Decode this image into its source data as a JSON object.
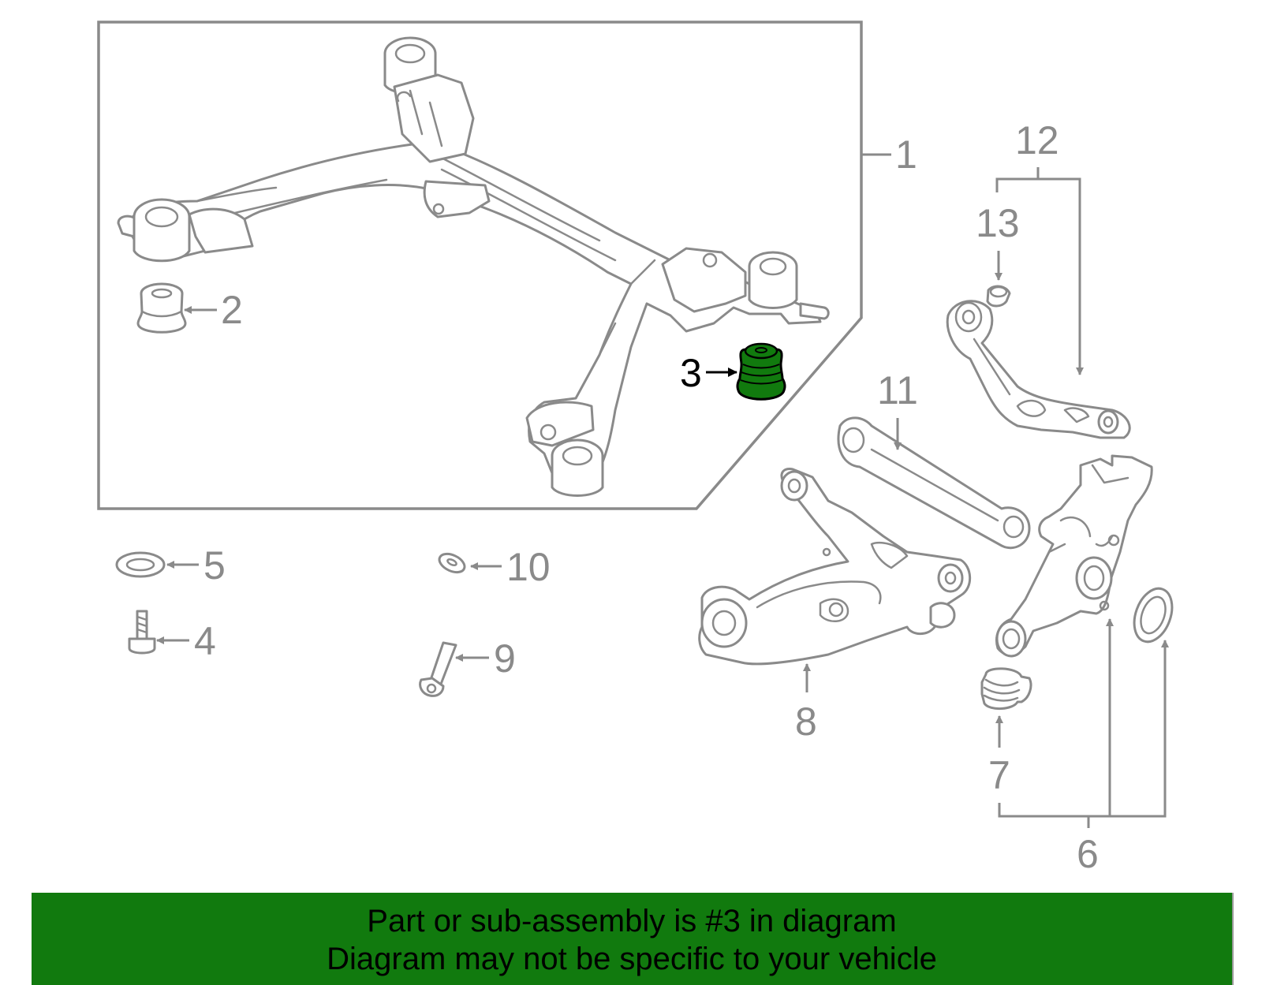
{
  "diagram": {
    "callouts": {
      "c1": "1",
      "c2": "2",
      "c3": "3",
      "c4": "4",
      "c5": "5",
      "c6": "6",
      "c7": "7",
      "c8": "8",
      "c9": "9",
      "c10": "10",
      "c11": "11",
      "c12": "12",
      "c13": "13"
    },
    "highlighted_part": "3",
    "colors": {
      "line_art": "#8a8a8a",
      "highlight_fill": "#117a0e",
      "banner_background": "#117a0e"
    }
  },
  "banner": {
    "line1": "Part or sub-assembly is #3 in diagram",
    "line2": "Diagram may not be specific to your vehicle"
  }
}
